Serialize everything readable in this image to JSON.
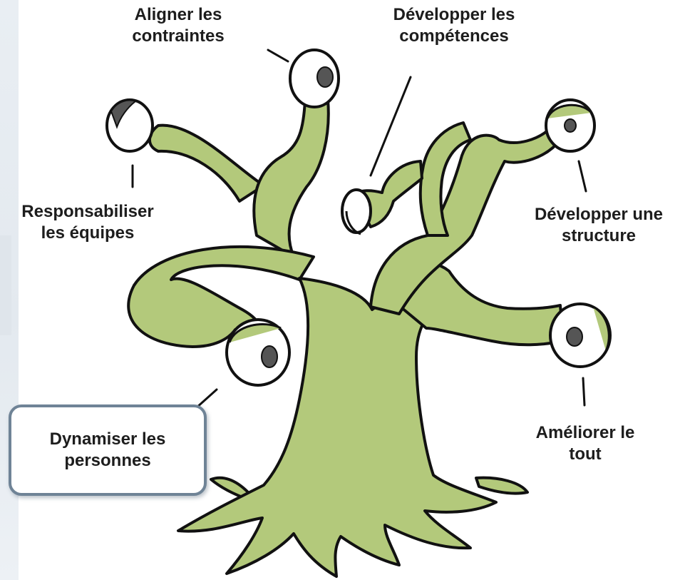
{
  "colors": {
    "tree_fill": "#b3c97b",
    "outline": "#111111",
    "eye_white": "#ffffff",
    "pupil": "#555555",
    "highlight_border": "#6f8396"
  },
  "labels": {
    "align": "Aligner les\ncontraintes",
    "skills": "Développer les\ncompétences",
    "empower": "Responsabiliser\nles équipes",
    "structure": "Développer une\nstructure",
    "energize": "Dynamiser les\npersonnes",
    "improve": "Améliorer le\ntout"
  },
  "highlighted": "energize"
}
